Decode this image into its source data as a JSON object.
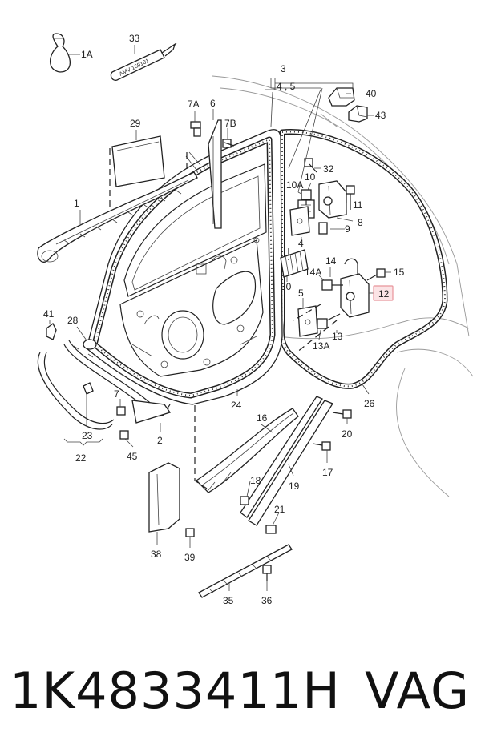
{
  "diagram": {
    "labels": [
      "1A",
      "33",
      "40",
      "43",
      "3",
      "4 , 5",
      "7A",
      "6",
      "7B",
      "29",
      "32",
      "10",
      "10A",
      "11",
      "8",
      "9",
      "4",
      "1",
      "30",
      "14",
      "14A",
      "15",
      "12",
      "5",
      "13",
      "13A",
      "41",
      "28",
      "7",
      "23",
      "22",
      "45",
      "2",
      "24",
      "26",
      "16",
      "20",
      "17",
      "18",
      "19",
      "21",
      "38",
      "39",
      "35",
      "36"
    ],
    "label_bottle": "AMV 169101",
    "highlighted_label": "12",
    "highlight_color": "#e8949b",
    "highlight_fill": "#fbe3e5"
  },
  "footer": {
    "part_number": "1K4833411H",
    "brand": "VAG"
  }
}
